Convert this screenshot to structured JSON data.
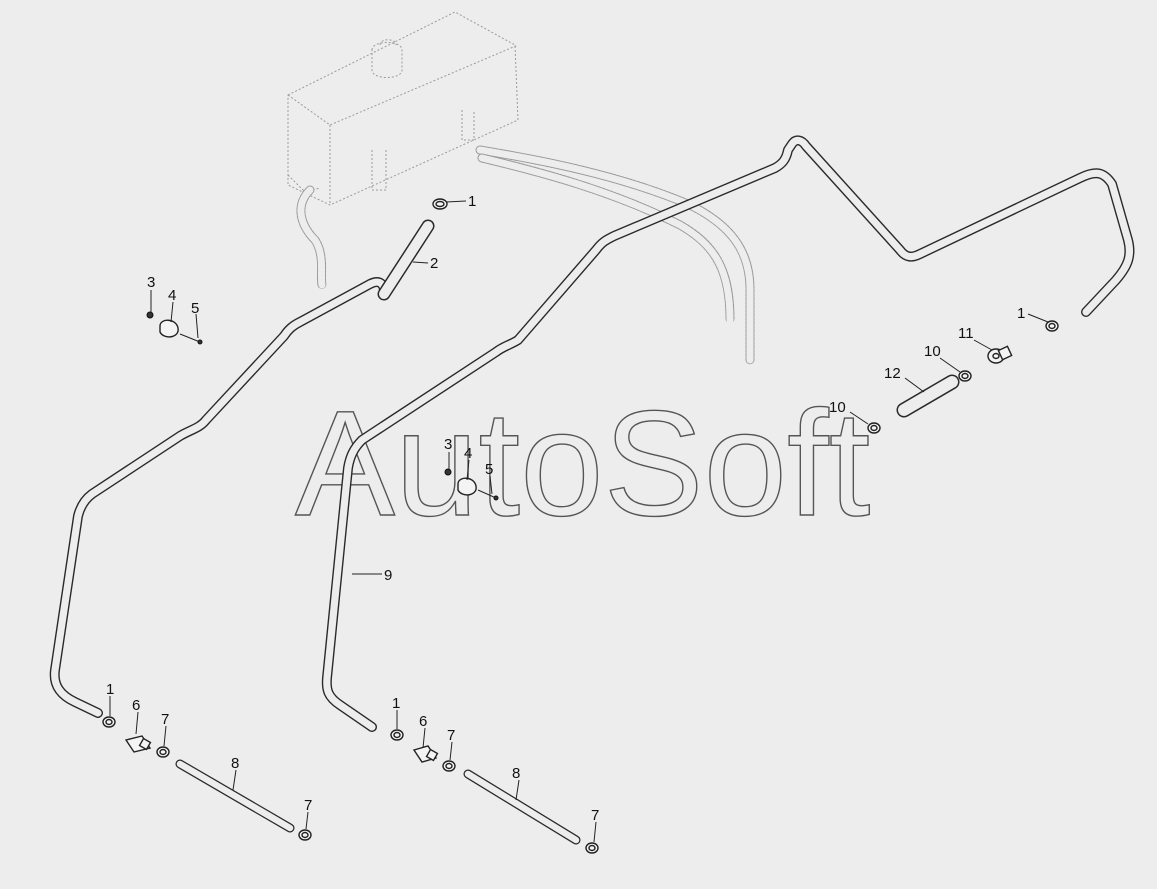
{
  "watermark": "AutoSoft",
  "callouts": [
    {
      "id": "c1a",
      "text": "1"
    },
    {
      "id": "c2",
      "text": "2"
    },
    {
      "id": "c3a",
      "text": "3"
    },
    {
      "id": "c4a",
      "text": "4"
    },
    {
      "id": "c5a",
      "text": "5"
    },
    {
      "id": "c1b",
      "text": "1"
    },
    {
      "id": "c6a",
      "text": "6"
    },
    {
      "id": "c7a",
      "text": "7"
    },
    {
      "id": "c8a",
      "text": "8"
    },
    {
      "id": "c7b",
      "text": "7"
    },
    {
      "id": "c9",
      "text": "9"
    },
    {
      "id": "c3b",
      "text": "3"
    },
    {
      "id": "c4b",
      "text": "4"
    },
    {
      "id": "c5b",
      "text": "5"
    },
    {
      "id": "c1c",
      "text": "1"
    },
    {
      "id": "c6b",
      "text": "6"
    },
    {
      "id": "c7c",
      "text": "7"
    },
    {
      "id": "c8b",
      "text": "8"
    },
    {
      "id": "c7d",
      "text": "7"
    },
    {
      "id": "c1d",
      "text": "1"
    },
    {
      "id": "c11",
      "text": "11"
    },
    {
      "id": "c10a",
      "text": "10"
    },
    {
      "id": "c12",
      "text": "12"
    },
    {
      "id": "c10b",
      "text": "10"
    }
  ],
  "colors": {
    "background": "#ededed",
    "line": "#2a2a2a",
    "ghost": "#9a9a9a"
  }
}
